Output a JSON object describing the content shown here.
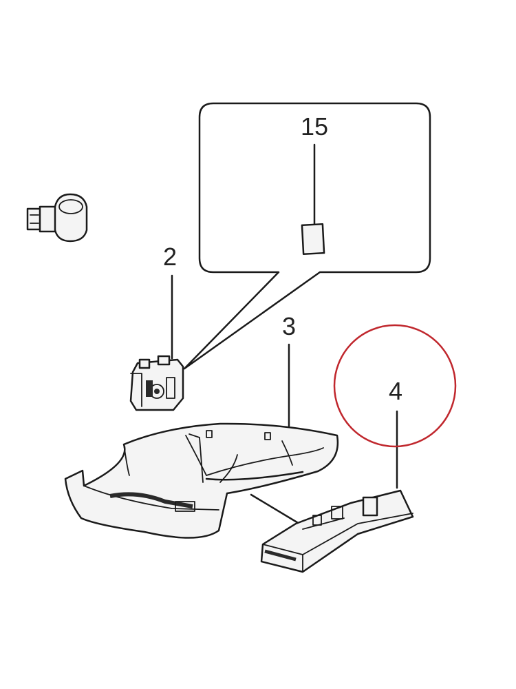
{
  "labels": {
    "detail_part": "15",
    "part_2": "2",
    "part_3": "3",
    "part_4": "4"
  },
  "colors": {
    "line": "#1a1a1a",
    "highlight_circle": "#c0272d",
    "background": "#ffffff"
  }
}
